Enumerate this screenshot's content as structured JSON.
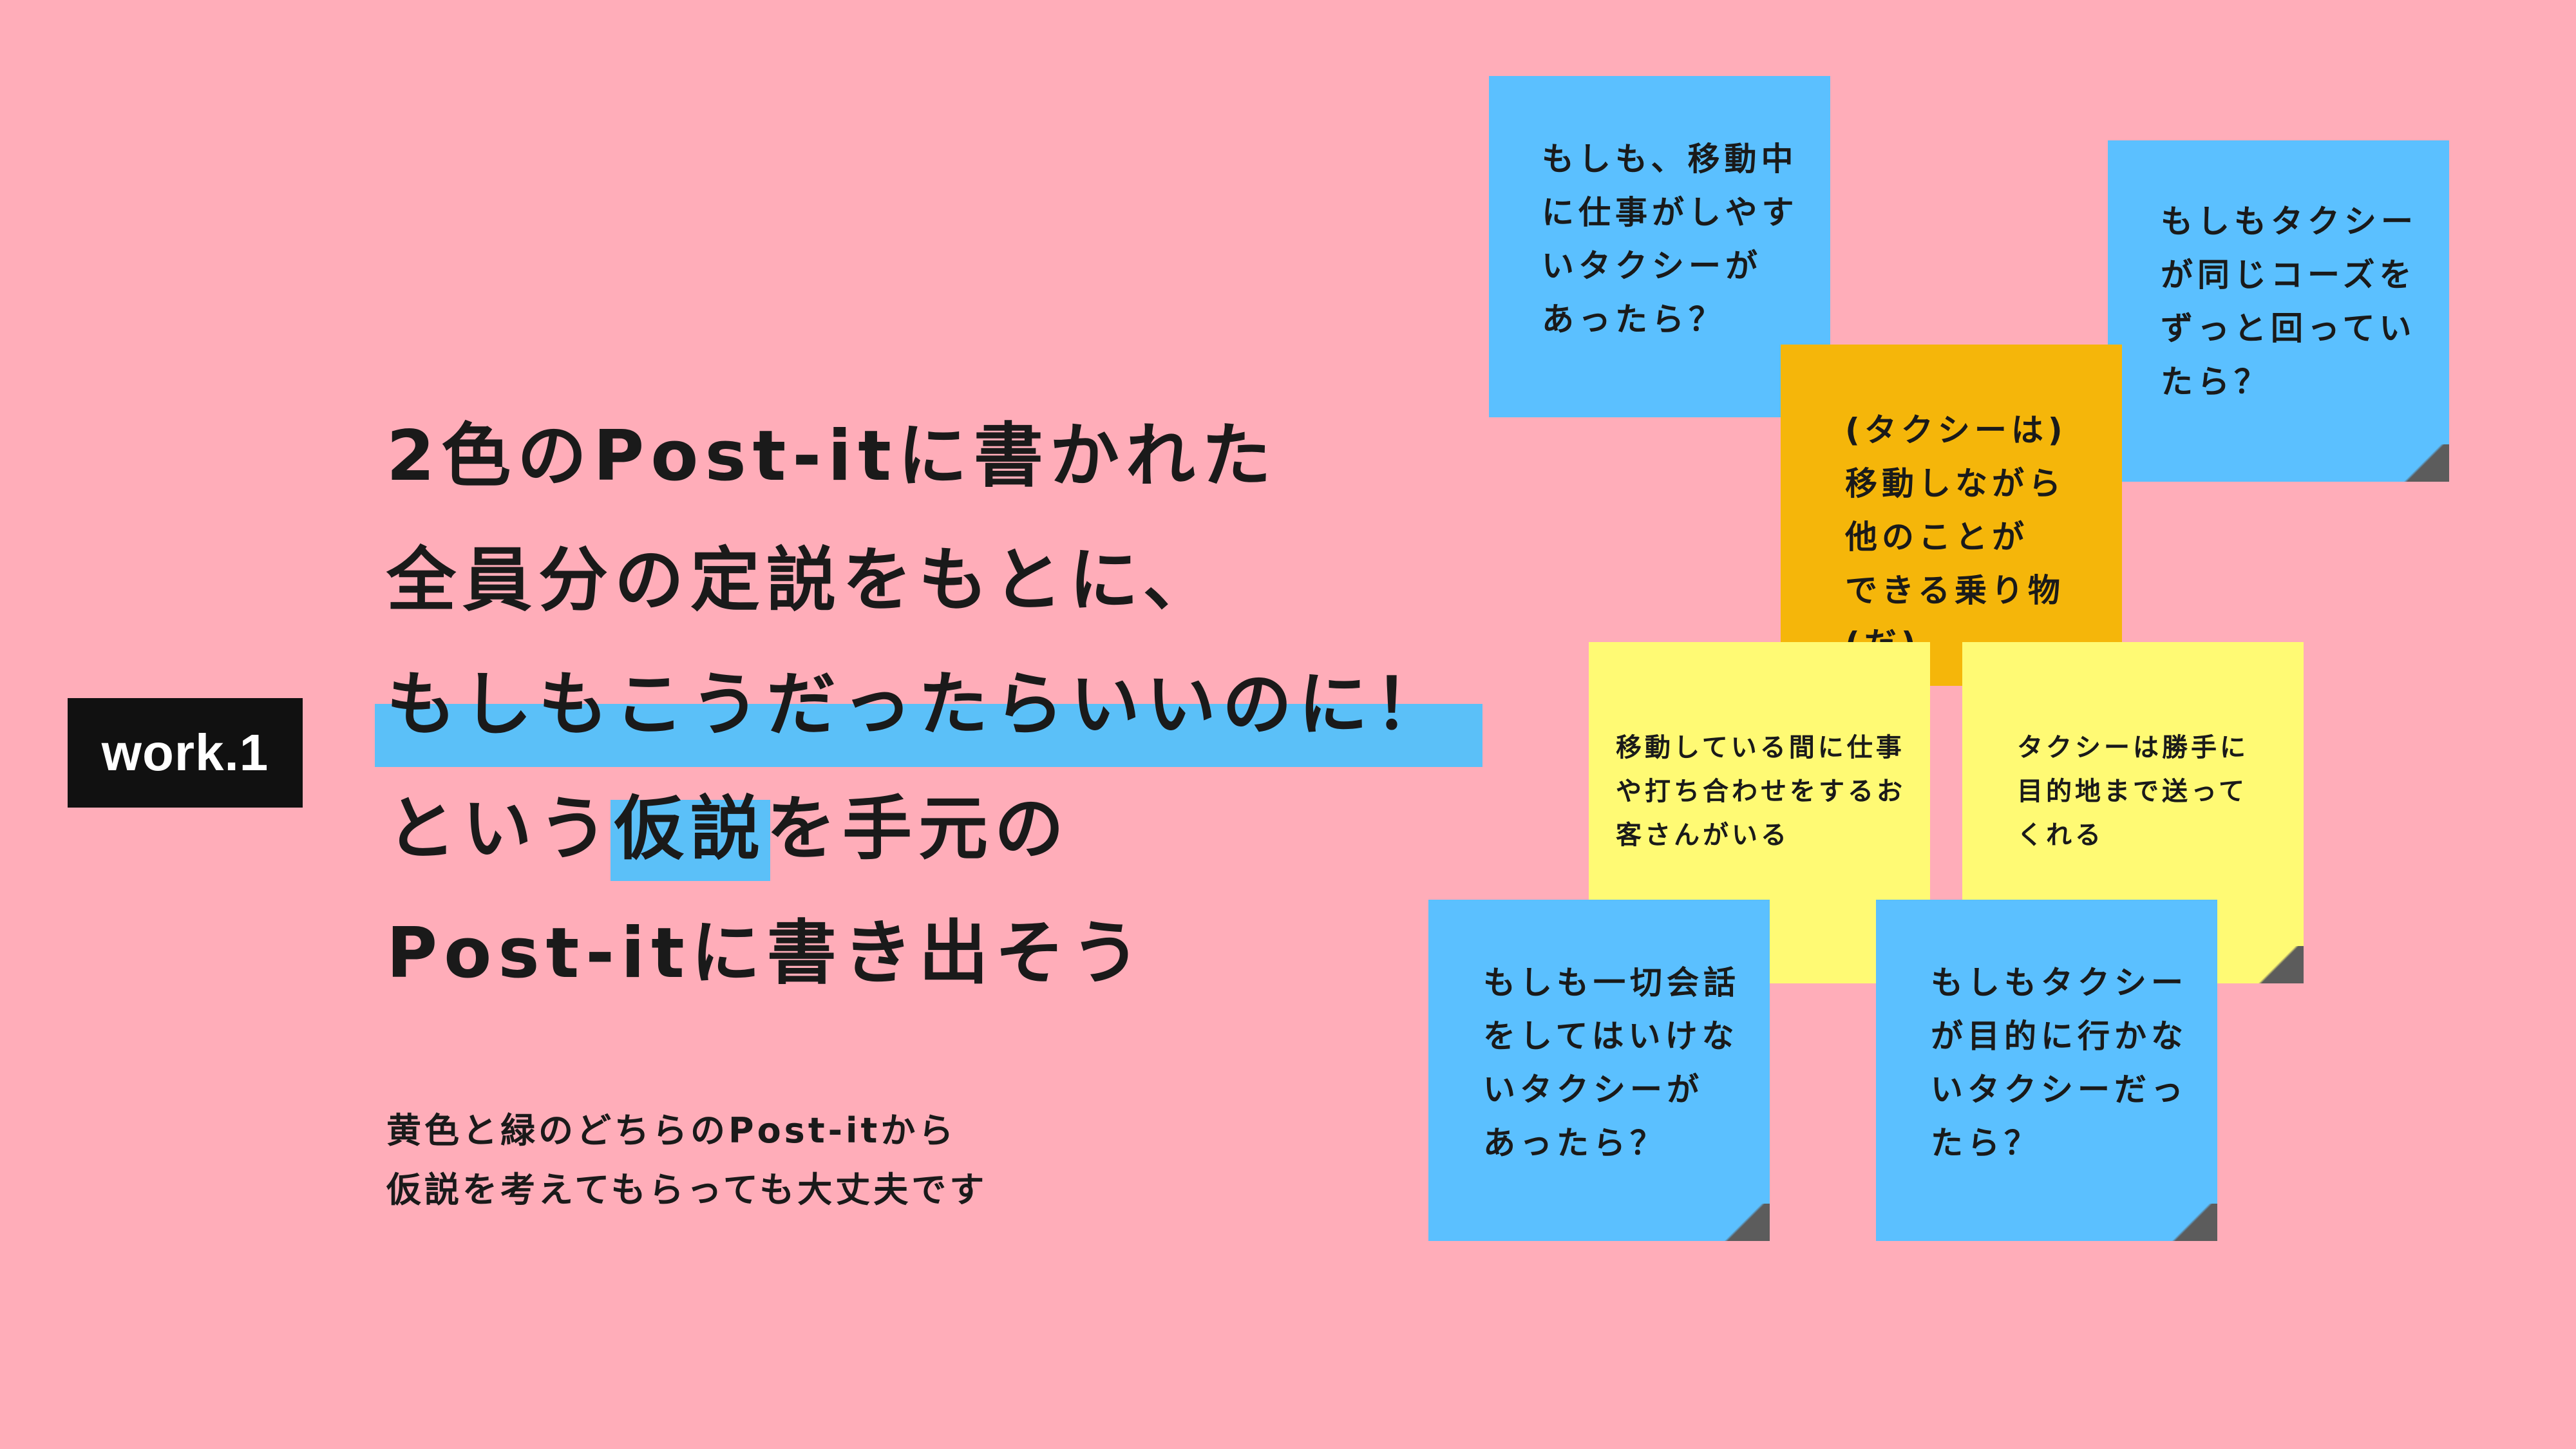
{
  "badge": {
    "label": "work.1"
  },
  "heading": {
    "line1": "2色のPost-itに書かれた",
    "line2": "全員分の定説をもとに、",
    "line3": "もしもこうだったらいいのに！",
    "line4_before": "という",
    "line4_highlight": "仮説",
    "line4_after": "を手元の",
    "line5": "Post-itに書き出そう"
  },
  "subtext": {
    "line1": "黄色と緑のどちらのPost-itから",
    "line2": "仮説を考えてもらっても大丈夫です"
  },
  "notes": [
    {
      "color": "blue",
      "text": "もしも、移動中\nに仕事がしやす\nいタクシーが\nあったら？"
    },
    {
      "color": "blue",
      "text": "もしもタクシー\nが同じコーズを\nずっと回ってい\nたら？"
    },
    {
      "color": "orange",
      "text": "(タクシーは)\n移動しながら\n他のことが\nできる乗り物(だ)"
    },
    {
      "color": "yellow",
      "text": "移動している間に仕事\nや打ち合わせをするお\n客さんがいる"
    },
    {
      "color": "yellow",
      "text": "タクシーは勝手に\n目的地まで送って\nくれる"
    },
    {
      "color": "blue",
      "text": "もしも一切会話\nをしてはいけな\nいタクシーが\nあったら？"
    },
    {
      "color": "blue",
      "text": "もしもタクシー\nが目的に行かな\nいタクシーだっ\nたら？"
    }
  ],
  "colors": {
    "background": "#FFADB9",
    "highlight": "#5BC0F8",
    "note_blue": "#5BC0FF",
    "note_orange": "#F5B60A",
    "note_yellow": "#FFFA74",
    "badge_bg": "#111111"
  }
}
